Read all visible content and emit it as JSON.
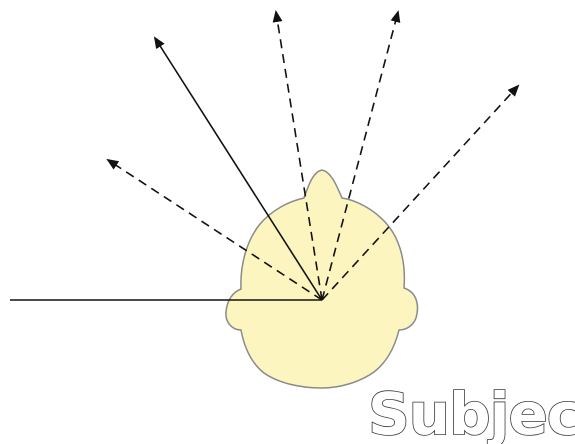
{
  "diagram": {
    "label": "Subject",
    "colors": {
      "head_fill": "#fdf5bf",
      "head_outline": "#8a8a8a",
      "lines": "#111111",
      "label_fill": "#ffffff",
      "label_outline": "#3a3a3a"
    },
    "rays": [
      {
        "name": "incoming-ray",
        "style": "solid",
        "arrow": false
      },
      {
        "name": "reflected-ray-solid",
        "style": "solid",
        "arrow": true
      },
      {
        "name": "scatter-ray-left",
        "style": "dashed",
        "arrow": true
      },
      {
        "name": "scatter-ray-up-left",
        "style": "dashed",
        "arrow": true
      },
      {
        "name": "scatter-ray-up-right",
        "style": "dashed",
        "arrow": true
      },
      {
        "name": "scatter-ray-right",
        "style": "dashed",
        "arrow": true
      }
    ]
  }
}
